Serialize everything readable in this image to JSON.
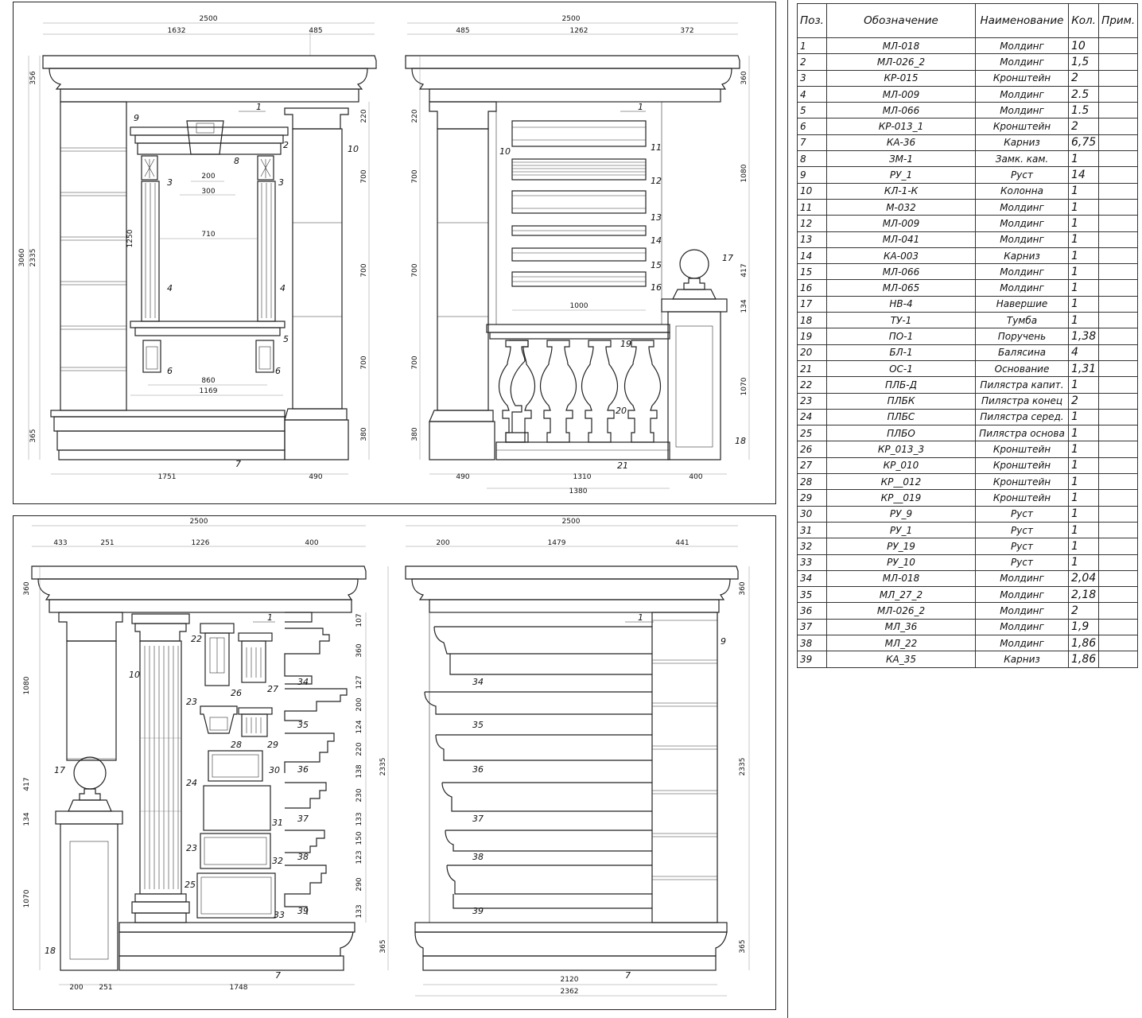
{
  "spec_table": {
    "headers": {
      "pos": "Поз.",
      "code": "Обозначение",
      "name": "Наименование",
      "qty": "Кол.",
      "note": "Прим."
    },
    "rows": [
      {
        "pos": "1",
        "code": "МЛ-018",
        "name": "Молдинг",
        "qty": "10"
      },
      {
        "pos": "2",
        "code": "МЛ-026_2",
        "name": "Молдинг",
        "qty": "1,5"
      },
      {
        "pos": "3",
        "code": "КР-015",
        "name": "Кронштейн",
        "qty": "2"
      },
      {
        "pos": "4",
        "code": "МЛ-009",
        "name": "Молдинг",
        "qty": "2.5"
      },
      {
        "pos": "5",
        "code": "МЛ-066",
        "name": "Молдинг",
        "qty": "1.5"
      },
      {
        "pos": "6",
        "code": "КР-013_1",
        "name": "Кронштейн",
        "qty": "2"
      },
      {
        "pos": "7",
        "code": "КА-36",
        "name": "Карниз",
        "qty": "6,75"
      },
      {
        "pos": "8",
        "code": "ЗМ-1",
        "name": "Замк. кам.",
        "qty": "1"
      },
      {
        "pos": "9",
        "code": "РУ_1",
        "name": "Руст",
        "qty": "14"
      },
      {
        "pos": "10",
        "code": "КЛ-1-К",
        "name": "Колонна",
        "qty": "1"
      },
      {
        "pos": "11",
        "code": "М-032",
        "name": "Молдинг",
        "qty": "1"
      },
      {
        "pos": "12",
        "code": "МЛ-009",
        "name": "Молдинг",
        "qty": "1"
      },
      {
        "pos": "13",
        "code": "МЛ-041",
        "name": "Молдинг",
        "qty": "1"
      },
      {
        "pos": "14",
        "code": "КА-003",
        "name": "Карниз",
        "qty": "1"
      },
      {
        "pos": "15",
        "code": "МЛ-066",
        "name": "Молдинг",
        "qty": "1"
      },
      {
        "pos": "16",
        "code": "МЛ-065",
        "name": "Молдинг",
        "qty": "1"
      },
      {
        "pos": "17",
        "code": "НВ-4",
        "name": "Навершие",
        "qty": "1"
      },
      {
        "pos": "18",
        "code": "ТУ-1",
        "name": "Тумба",
        "qty": "1"
      },
      {
        "pos": "19",
        "code": "ПО-1",
        "name": "Поручень",
        "qty": "1,38"
      },
      {
        "pos": "20",
        "code": "БЛ-1",
        "name": "Балясина",
        "qty": "4"
      },
      {
        "pos": "21",
        "code": "ОС-1",
        "name": "Основание",
        "qty": "1,31"
      },
      {
        "pos": "22",
        "code": "ПЛБ-Д",
        "name": "Пилястра капит.",
        "qty": "1"
      },
      {
        "pos": "23",
        "code": "ПЛБК",
        "name": "Пилястра конец",
        "qty": "2"
      },
      {
        "pos": "24",
        "code": "ПЛБС",
        "name": "Пилястра серед.",
        "qty": "1"
      },
      {
        "pos": "25",
        "code": "ПЛБО",
        "name": "Пилястра основа",
        "qty": "1"
      },
      {
        "pos": "26",
        "code": "КР_013_3",
        "name": "Кронштейн",
        "qty": "1"
      },
      {
        "pos": "27",
        "code": "КР_010",
        "name": "Кронштейн",
        "qty": "1"
      },
      {
        "pos": "28",
        "code": "КР__012",
        "name": "Кронштейн",
        "qty": "1"
      },
      {
        "pos": "29",
        "code": "КР__019",
        "name": "Кронштейн",
        "qty": "1"
      },
      {
        "pos": "30",
        "code": "РУ_9",
        "name": "Руст",
        "qty": "1"
      },
      {
        "pos": "31",
        "code": "РУ_1",
        "name": "Руст",
        "qty": "1"
      },
      {
        "pos": "32",
        "code": "РУ_19",
        "name": "Руст",
        "qty": "1"
      },
      {
        "pos": "33",
        "code": "РУ_10",
        "name": "Руст",
        "qty": "1"
      },
      {
        "pos": "34",
        "code": "МЛ-018",
        "name": "Молдинг",
        "qty": "2,04"
      },
      {
        "pos": "35",
        "code": "МЛ_27_2",
        "name": "Молдинг",
        "qty": "2,18"
      },
      {
        "pos": "36",
        "code": "МЛ-026_2",
        "name": "Молдинг",
        "qty": "2"
      },
      {
        "pos": "37",
        "code": "МЛ_36",
        "name": "Молдинг",
        "qty": "1,9"
      },
      {
        "pos": "38",
        "code": "МЛ_22",
        "name": "Молдинг",
        "qty": "1,86"
      },
      {
        "pos": "39",
        "code": "КА_35",
        "name": "Карниз",
        "qty": "1,86"
      }
    ]
  },
  "drawings": {
    "tl": {
      "dims": {
        "total": "2500",
        "w1": "1632",
        "w2": "485",
        "d200": "200",
        "d300": "300",
        "d710": "710",
        "d860": "860",
        "d1169": "1169",
        "b1751": "1751",
        "b490": "490",
        "h356": "356",
        "h3060": "3060",
        "h2335": "2335",
        "h1250": "1250",
        "h365": "365",
        "r220": "220",
        "r700a": "700",
        "r700b": "700",
        "r700c": "700",
        "r380": "380"
      },
      "labels": [
        "1",
        "2",
        "3",
        "3",
        "4",
        "4",
        "5",
        "6",
        "6",
        "7",
        "8",
        "9",
        "10"
      ]
    },
    "tr": {
      "dims": {
        "total": "2500",
        "w1": "485",
        "w2": "1262",
        "w3": "372",
        "h360": "360",
        "h1080": "1080",
        "h417": "417",
        "h134": "134",
        "h1070": "1070",
        "l220": "220",
        "l700a": "700",
        "l700b": "700",
        "l700c": "700",
        "l380": "380",
        "d1000": "1000",
        "b490": "490",
        "b1310": "1310",
        "b400": "400",
        "b1380": "1380"
      },
      "labels": [
        "1",
        "10",
        "11",
        "12",
        "13",
        "14",
        "15",
        "16",
        "17",
        "18",
        "19",
        "20",
        "21"
      ]
    },
    "bl": {
      "dims": {
        "total": "2500",
        "w1": "433",
        "w2": "251",
        "w3": "1226",
        "w4": "400",
        "h360": "360",
        "h1080": "1080",
        "h417": "417",
        "h134": "134",
        "h1070": "1070",
        "r107": "107",
        "r360": "360",
        "r127": "127",
        "r200": "200",
        "r124": "124",
        "r220": "220",
        "r138": "138",
        "r230": "230",
        "r133a": "133",
        "r150": "150",
        "r123": "123",
        "r290": "290",
        "r133b": "133",
        "r2335": "2335",
        "r365": "365",
        "b200": "200",
        "b251": "251",
        "b1748": "1748"
      },
      "labels": [
        "1",
        "7",
        "10",
        "17",
        "18",
        "22",
        "23",
        "23",
        "24",
        "25",
        "26",
        "27",
        "28",
        "29",
        "30",
        "31",
        "32",
        "33",
        "34",
        "35",
        "36",
        "37",
        "38",
        "39"
      ]
    },
    "br": {
      "dims": {
        "total": "2500",
        "w1": "200",
        "w2": "1479",
        "w3": "441",
        "h360": "360",
        "h2335": "2335",
        "h365": "365",
        "b2120": "2120",
        "b2362": "2362"
      },
      "labels": [
        "1",
        "7",
        "9",
        "34",
        "35",
        "36",
        "37",
        "38",
        "39"
      ]
    }
  }
}
